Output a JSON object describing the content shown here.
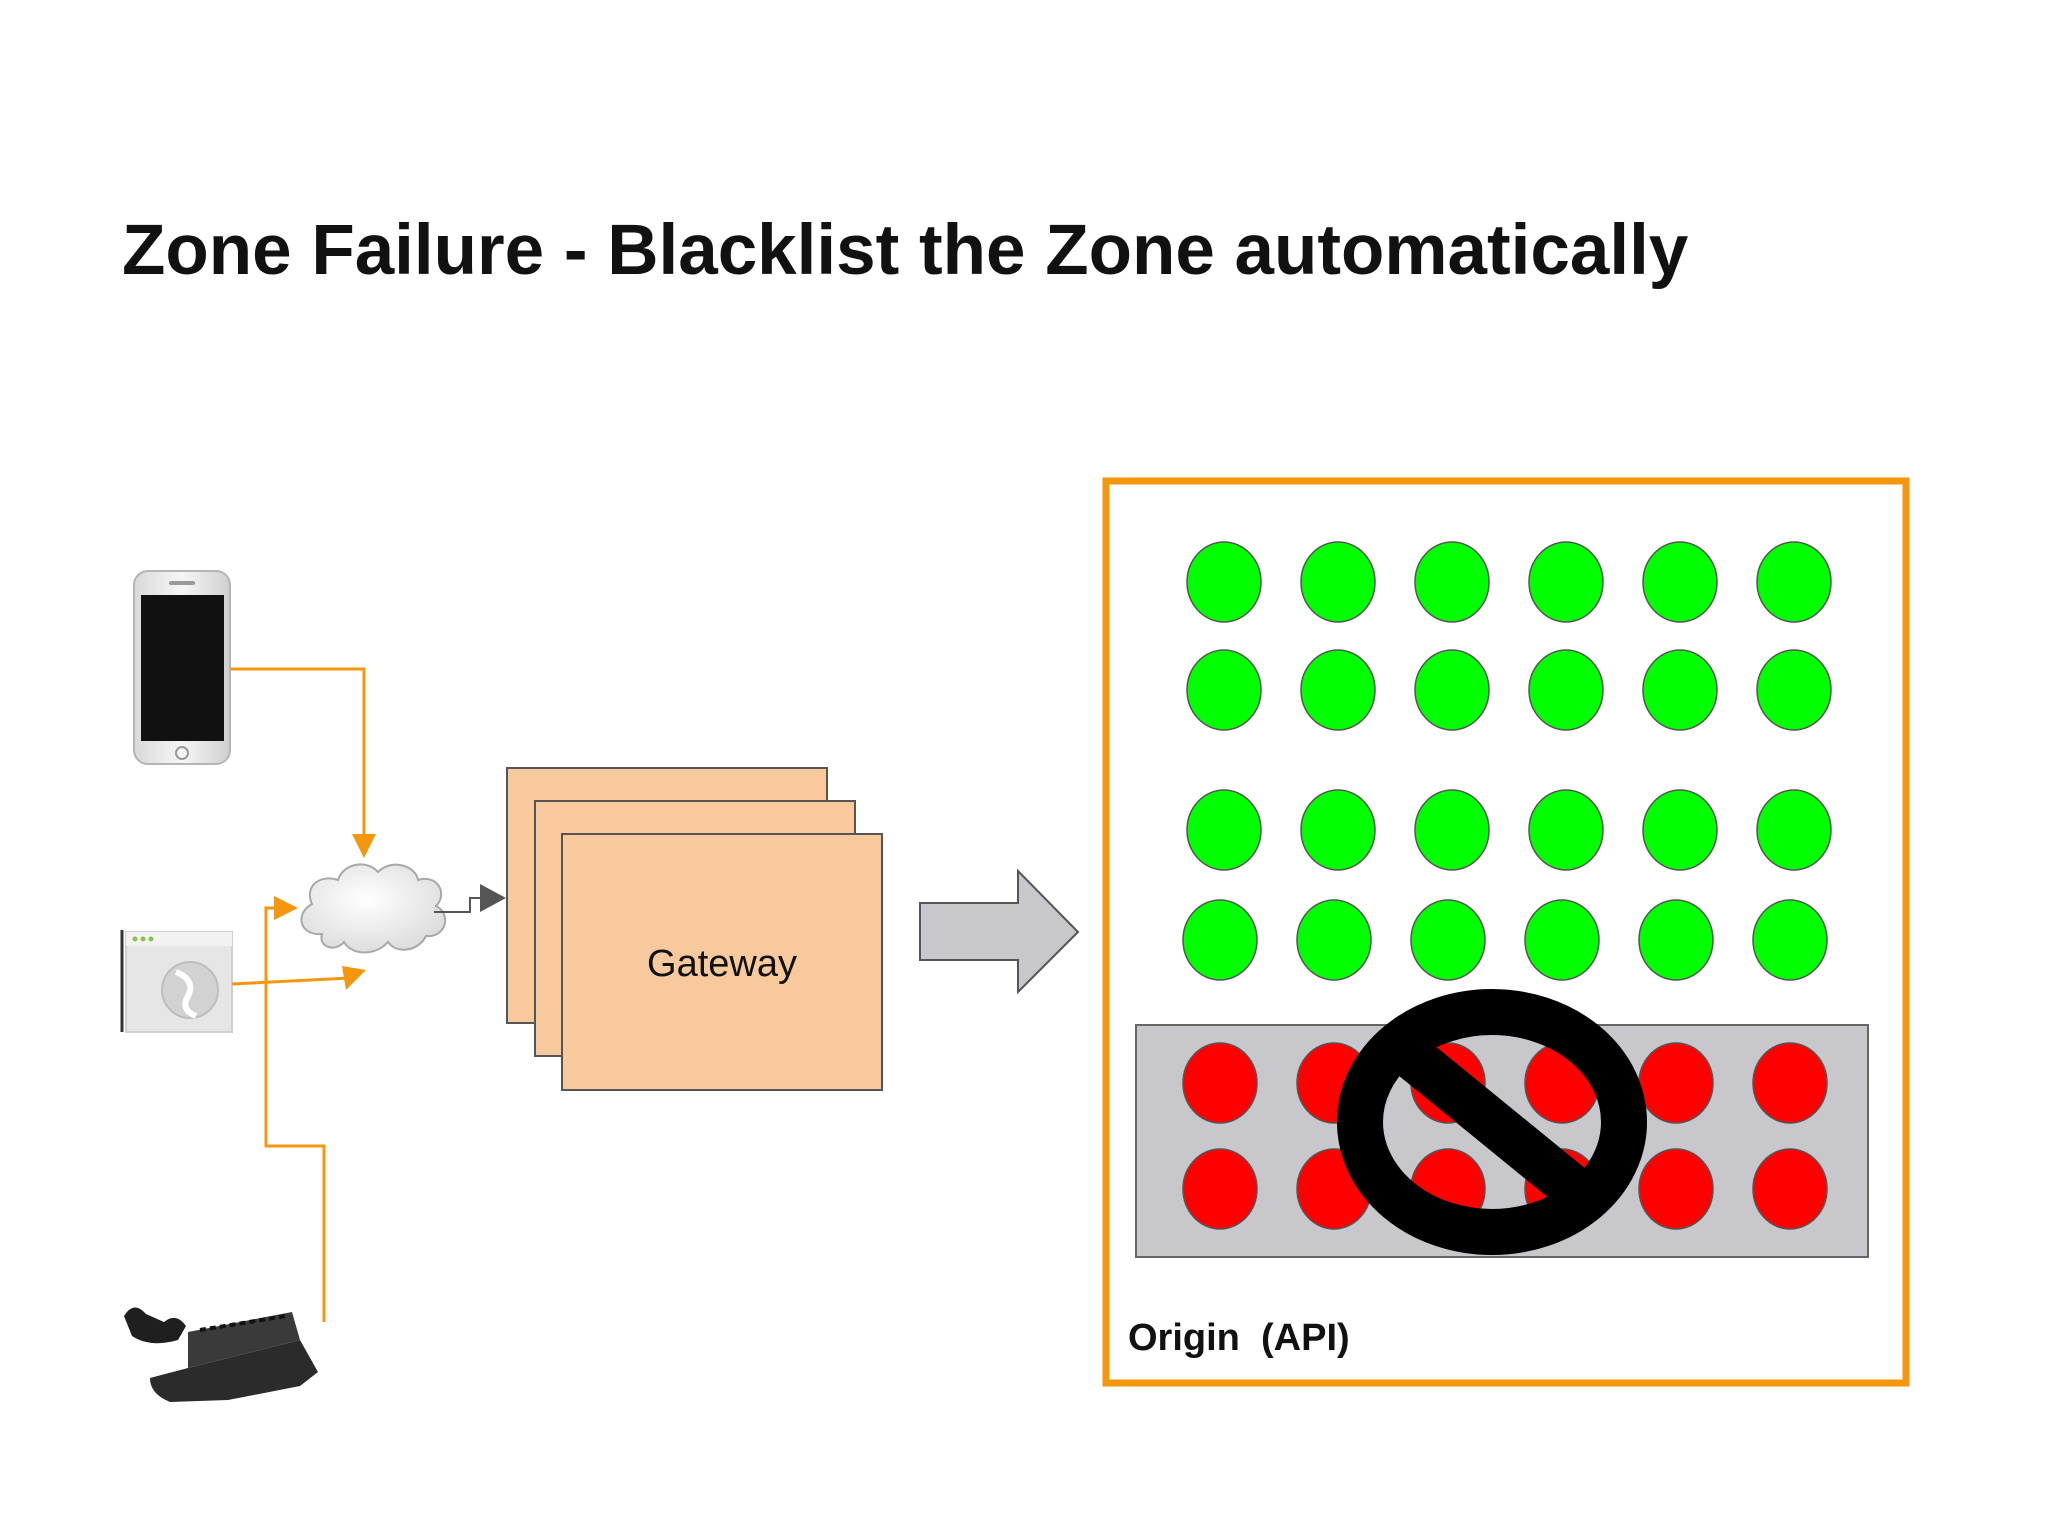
{
  "slide": {
    "title": "Zone Failure - Blacklist the Zone automatically"
  },
  "gateway": {
    "label": "Gateway"
  },
  "origin": {
    "label": "Origin  (API)",
    "healthy_rows": 4,
    "failed_rows": 2,
    "nodes_per_row": 6
  },
  "colors": {
    "accent_orange": "#f5960f",
    "gateway_fill": "#f7c99c",
    "healthy_node": "#00ff00",
    "failed_node": "#ff0000",
    "blacklist_zone": "#c8c8cc",
    "block_symbol": "#000000",
    "arrow_gray": "#c8c8cc"
  },
  "icons": {
    "client_1": "smartphone-icon",
    "client_2": "browser-window-icon",
    "client_3": "game-console-icon",
    "network": "cloud-icon",
    "blocked": "prohibited-icon"
  }
}
